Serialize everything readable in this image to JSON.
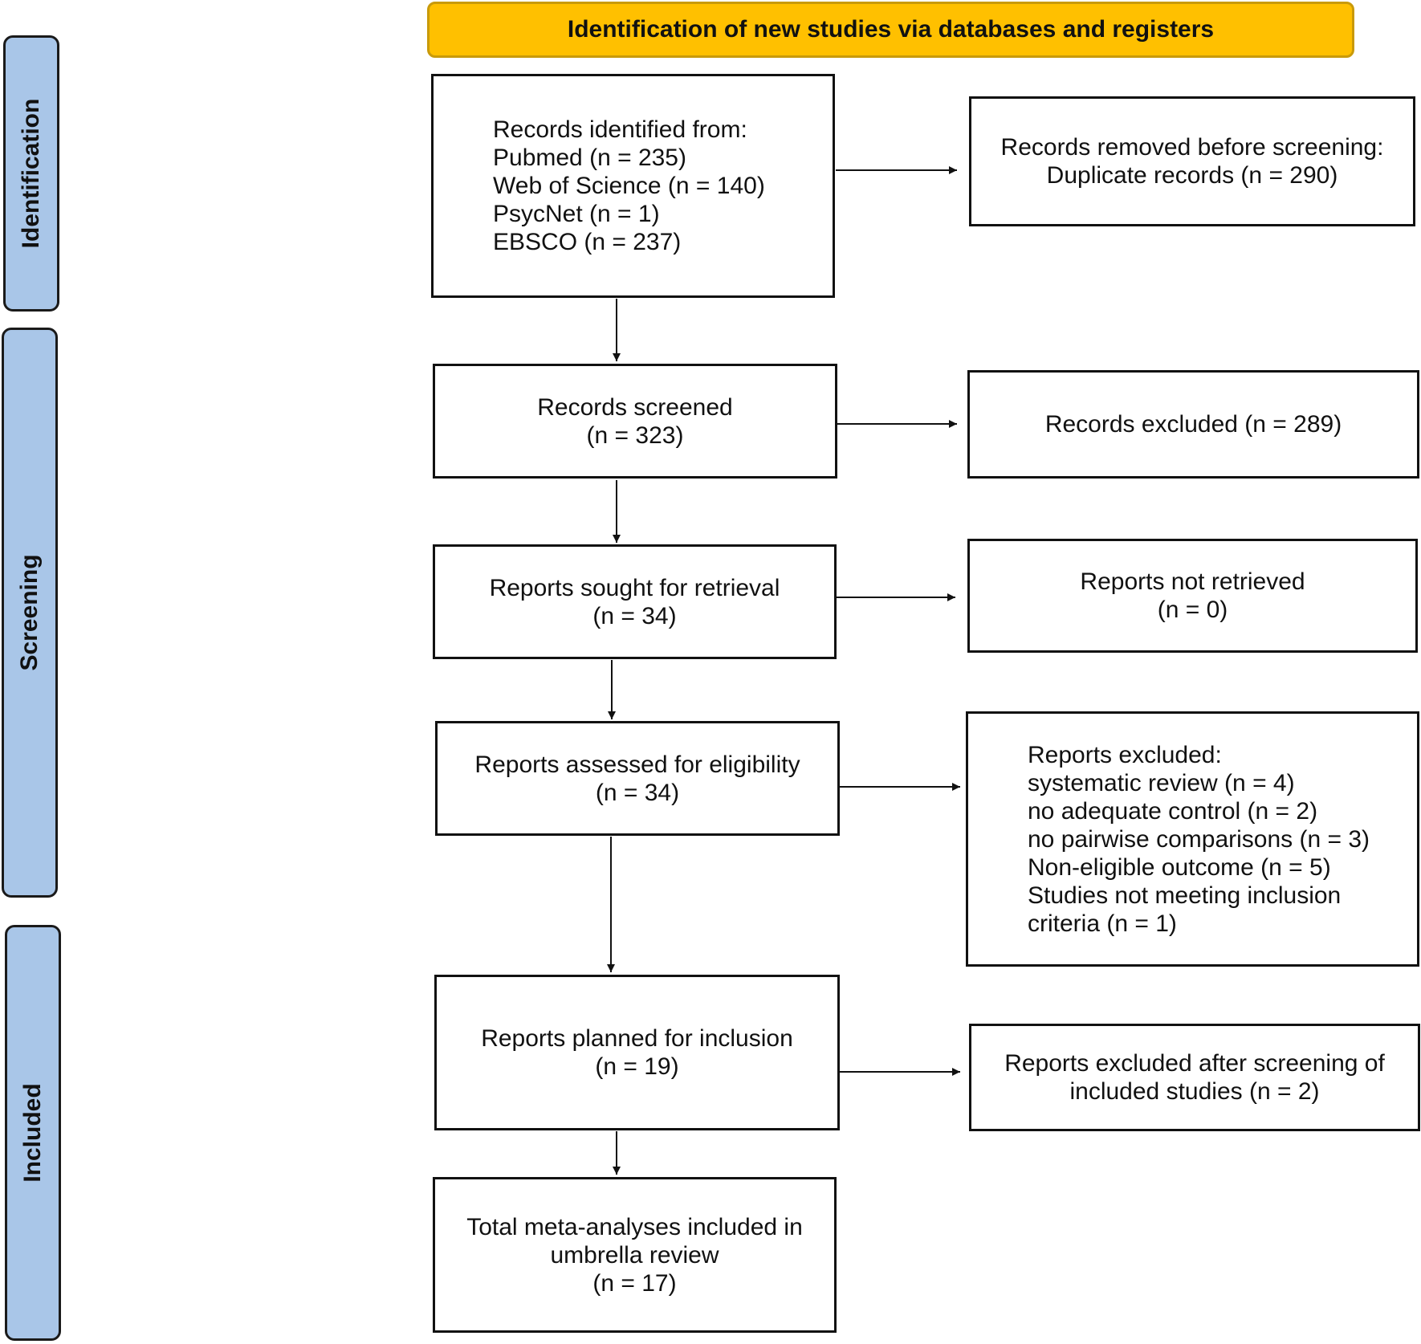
{
  "banner": "Identification of new studies via databases and registers",
  "phases": {
    "identification": "Identification",
    "screening": "Screening",
    "included": "Included"
  },
  "boxes": {
    "records_identified": [
      "Records identified from:",
      "Pubmed (n = 235)",
      "Web of Science (n = 140)",
      "PsycNet (n = 1)",
      "EBSCO (n = 237)"
    ],
    "records_removed": [
      "Records removed before screening:",
      "Duplicate records (n = 290)"
    ],
    "records_screened": [
      "Records screened",
      "(n = 323)"
    ],
    "records_excluded": [
      "Records excluded (n = 289)"
    ],
    "reports_sought": [
      "Reports sought for retrieval",
      "(n = 34)"
    ],
    "reports_not_retrieved": [
      "Reports not retrieved",
      "(n = 0)"
    ],
    "reports_assessed": [
      "Reports assessed for eligibility",
      "(n = 34)"
    ],
    "reports_excluded": [
      "Reports excluded:",
      "systematic review (n = 4)",
      "no adequate control (n = 2)",
      "no pairwise comparisons (n = 3)",
      "Non-eligible outcome (n = 5)",
      "Studies not meeting inclusion",
      "criteria (n = 1)"
    ],
    "reports_planned": [
      "Reports planned for inclusion",
      "(n = 19)"
    ],
    "reports_excluded_after": [
      "Reports excluded after screening of",
      "included studies (n = 2)"
    ],
    "total_included": [
      "Total meta-analyses included in",
      "umbrella review",
      "(n = 17)"
    ]
  },
  "colors": {
    "banner_fill": "#ffc000",
    "phase_fill": "#a9c6e8",
    "border": "#111111"
  }
}
